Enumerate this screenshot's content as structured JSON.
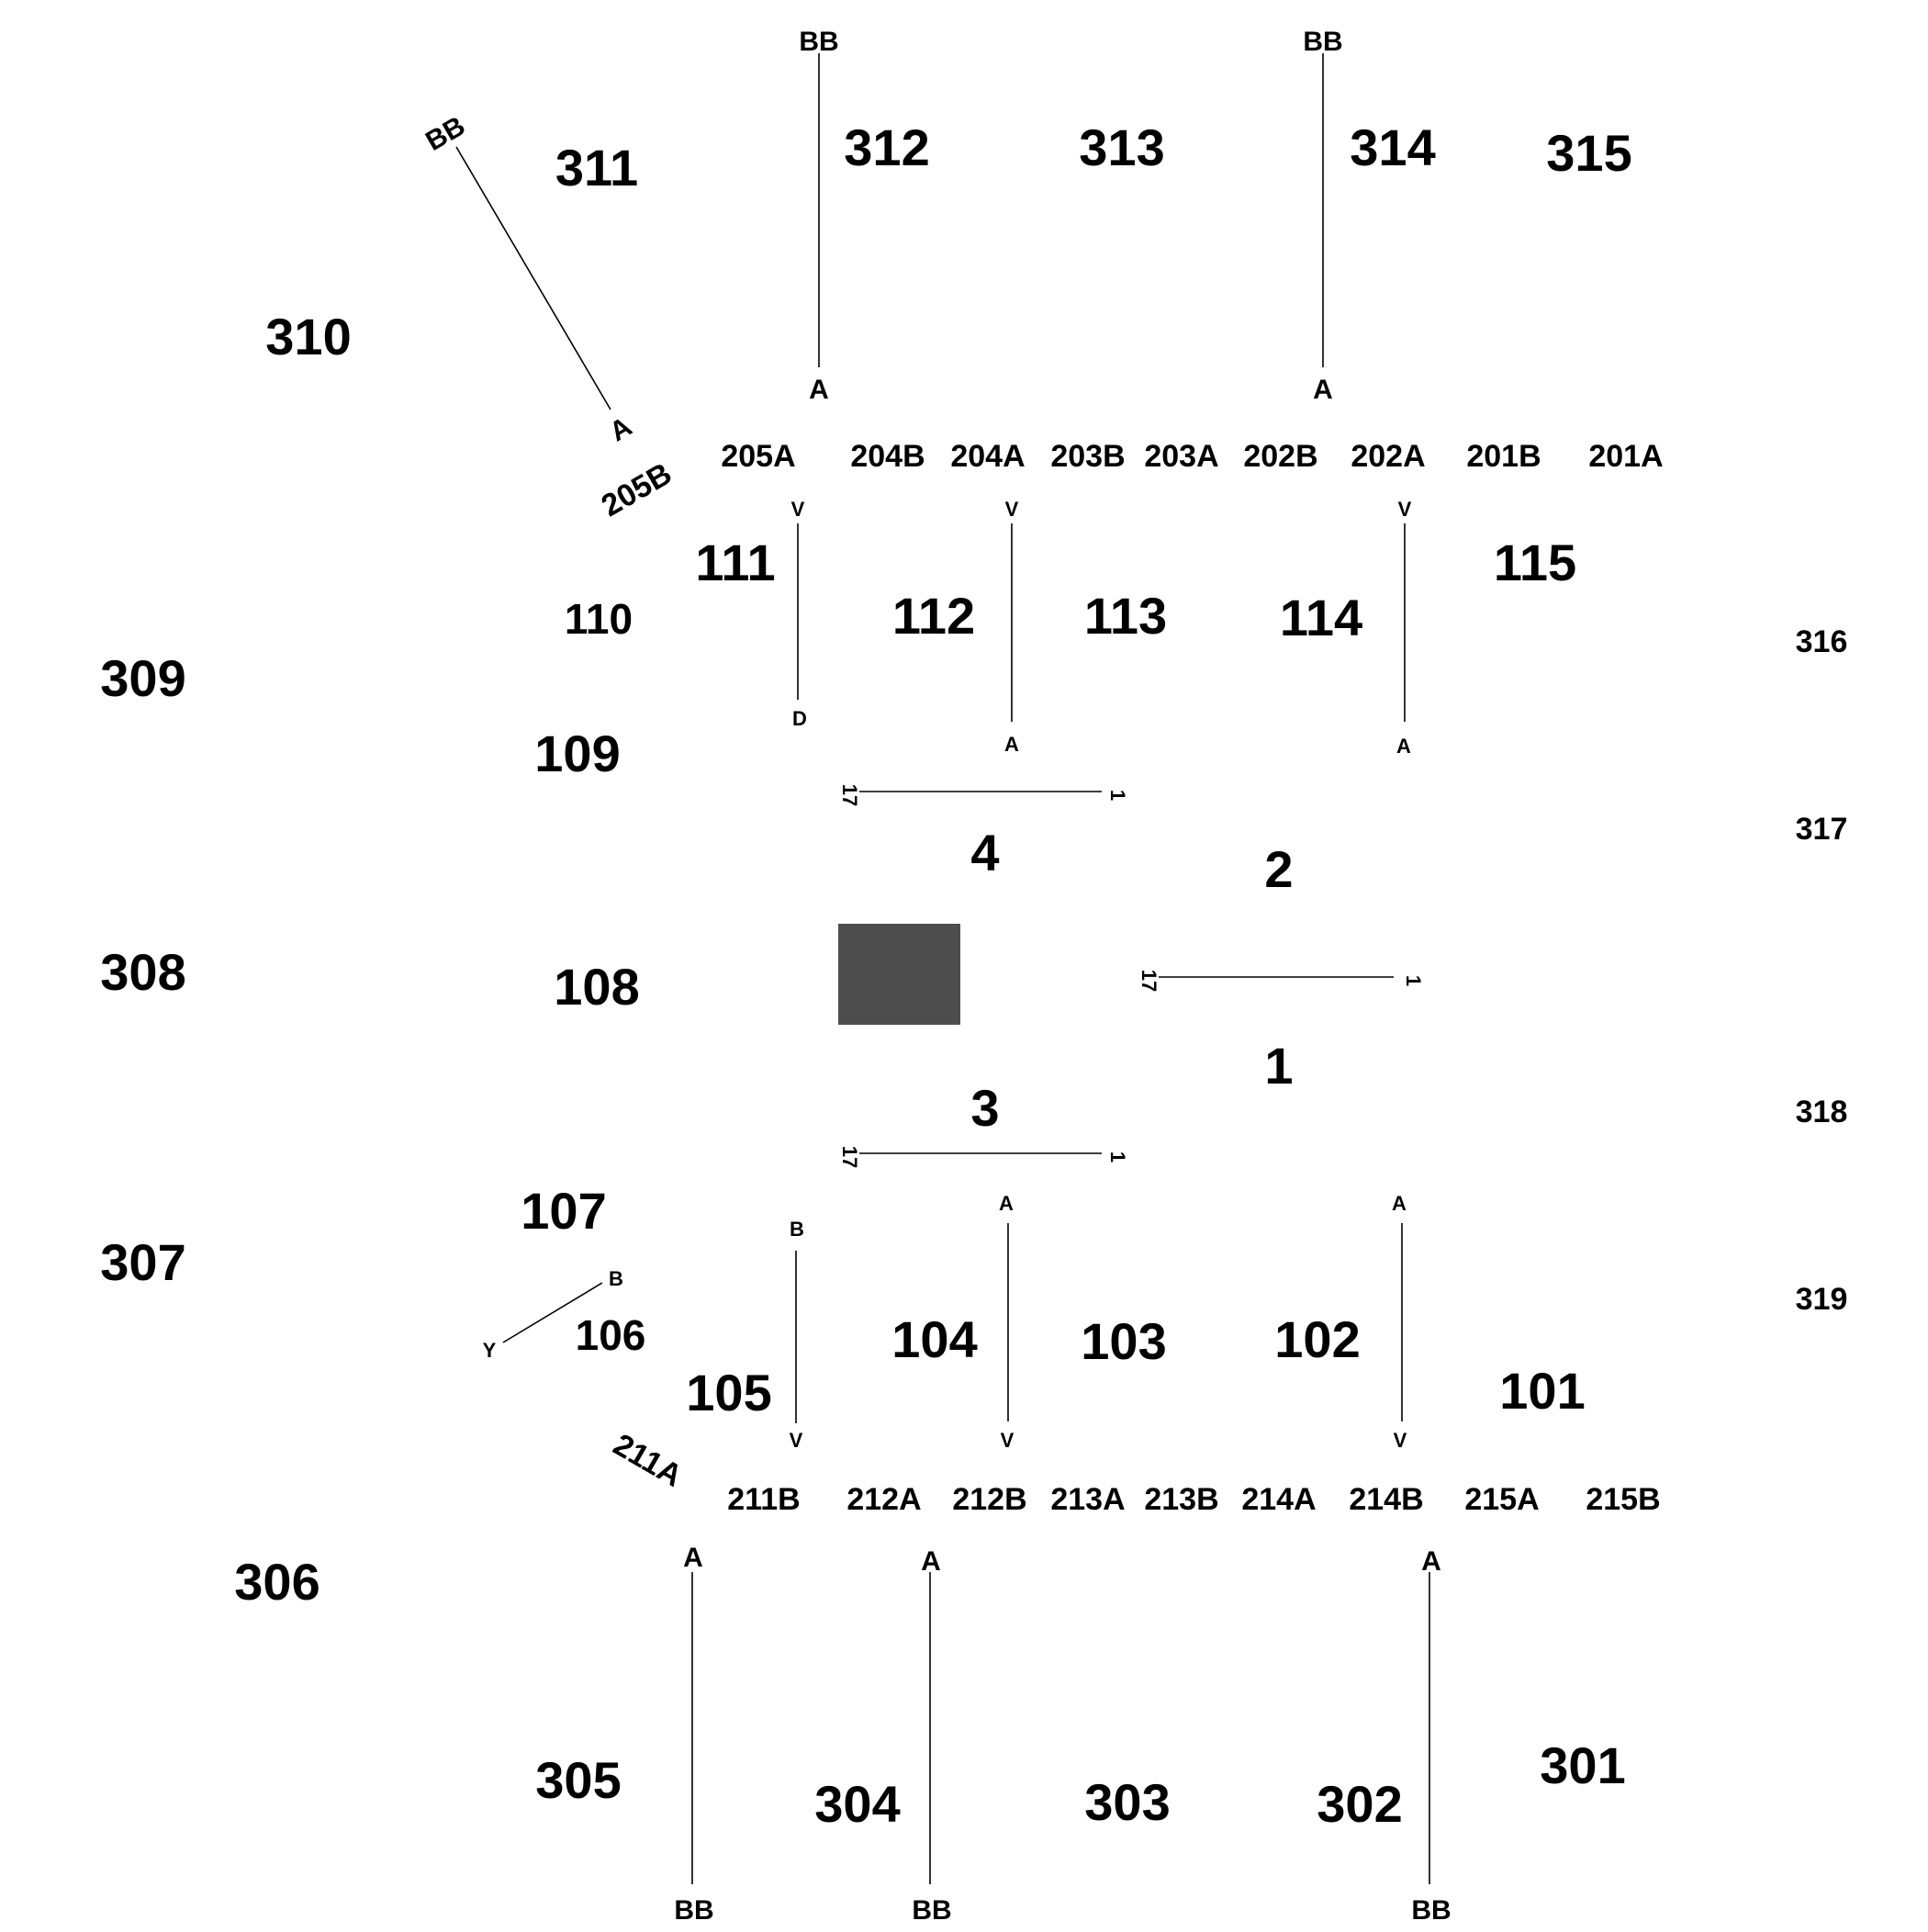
{
  "colors": {
    "background": "#ffffff",
    "ink": "#000000",
    "block": "#4d4d4d"
  },
  "zones": {
    "row300_top": [
      "311",
      "312",
      "313",
      "314",
      "315"
    ],
    "row300_left": [
      "310",
      "309",
      "308",
      "307",
      "306"
    ],
    "row300_right": [
      "316",
      "317",
      "318",
      "319"
    ],
    "row300_bottom": [
      "305",
      "304",
      "303",
      "302",
      "301"
    ],
    "row100_top": [
      "111",
      "110",
      "112",
      "113",
      "114",
      "115",
      "109"
    ],
    "row100_bottom": [
      "107",
      "106",
      "105",
      "104",
      "103",
      "102",
      "101"
    ],
    "side": "108",
    "center": [
      "4",
      "2",
      "1",
      "3"
    ]
  },
  "row200_top": [
    "205A",
    "204B",
    "204A",
    "203B",
    "203A",
    "202B",
    "202A",
    "201B",
    "201A"
  ],
  "row200_top_diag": "205B",
  "row200_bottom": [
    "211B",
    "212A",
    "212B",
    "213A",
    "213B",
    "214A",
    "214B",
    "215A",
    "215B"
  ],
  "row200_bottom_diag": "211A",
  "endpoints": {
    "bb": "BB",
    "a": "A",
    "v": "V",
    "d": "D",
    "b": "B",
    "y": "Y",
    "seventeen": "17",
    "one": "1"
  }
}
